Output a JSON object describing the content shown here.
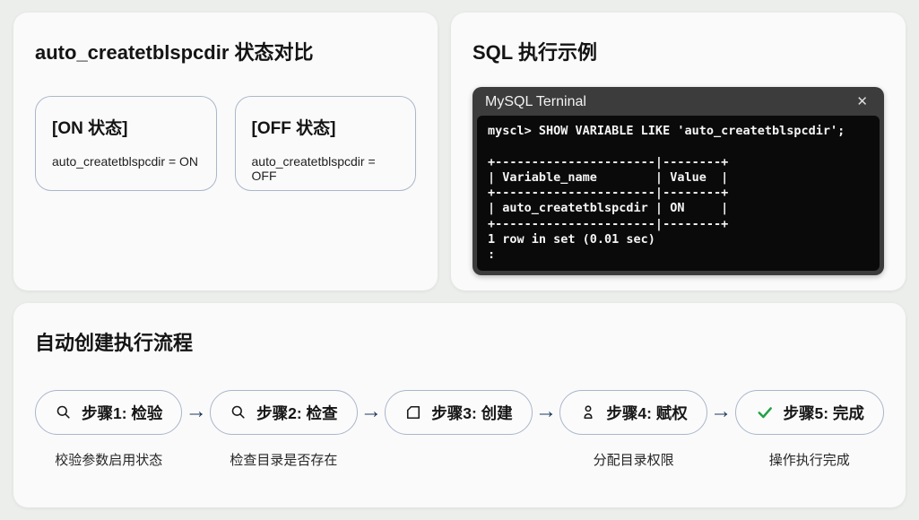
{
  "theme": {
    "page_bg": "#eceeec",
    "card_bg": "#fafafa",
    "box_border": "#aab7cb",
    "terminal_titlebar_bg": "#3c3c3c",
    "terminal_body_bg": "#0a0a0a",
    "terminal_text": "#f5f5f5",
    "arrow_color": "#1e3a5c",
    "check_color": "#23a047",
    "icon_color": "#1a1a1a"
  },
  "status_card": {
    "title": "auto_createtblspcdir 状态对比",
    "boxes": [
      {
        "title": "[ON 状态]",
        "detail": "auto_createtblspcdir = ON"
      },
      {
        "title": "[OFF 状态]",
        "detail": "auto_createtblspcdir = OFF"
      }
    ]
  },
  "sql_card": {
    "title": "SQL 执行示例",
    "terminal": {
      "window_title": "MySQL Terninal",
      "close_icon": "✕",
      "lines": [
        "myscl> SHOW VARIABLE LIKE 'auto_createtblspcdir';",
        "",
        "+----------------------|--------+",
        "| Variable_name        | Value  |",
        "+----------------------|--------+",
        "| auto_createtblspcdir | ON     |",
        "+----------------------|--------+",
        "1 row in set (0.01 sec)",
        ":"
      ]
    }
  },
  "flow_card": {
    "title": "自动创建执行流程",
    "arrow": "→",
    "steps": [
      {
        "icon": "search-icon",
        "label": "步骤1: 检验",
        "caption": "校验参数启用状态"
      },
      {
        "icon": "search-icon",
        "label": "步骤2: 检查",
        "caption": "检查目录是否存在"
      },
      {
        "icon": "file-icon",
        "label": "步骤3: 创建",
        "caption": ""
      },
      {
        "icon": "user-icon",
        "label": "步骤4: 赋权",
        "caption": "分配目录权限"
      },
      {
        "icon": "check-icon",
        "label": "步骤5: 完成",
        "caption": "操作执行完成"
      }
    ]
  }
}
